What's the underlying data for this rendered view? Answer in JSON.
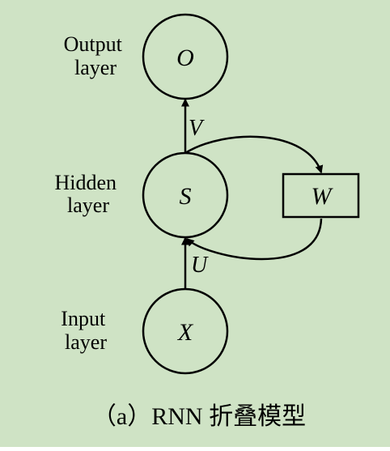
{
  "diagram": {
    "background_color": "#cfe3c5",
    "stroke_color": "#000000",
    "nodes": {
      "output": {
        "label": "O"
      },
      "hidden": {
        "label": "S"
      },
      "input": {
        "label": "X"
      },
      "weight_w": {
        "label": "W"
      }
    },
    "layer_labels": {
      "output": [
        "Output",
        "layer"
      ],
      "hidden": [
        "Hidden",
        "layer"
      ],
      "input": [
        "Input",
        "layer"
      ]
    },
    "edge_labels": {
      "v": "V",
      "u": "U"
    },
    "caption": "（a）RNN 折叠模型"
  }
}
